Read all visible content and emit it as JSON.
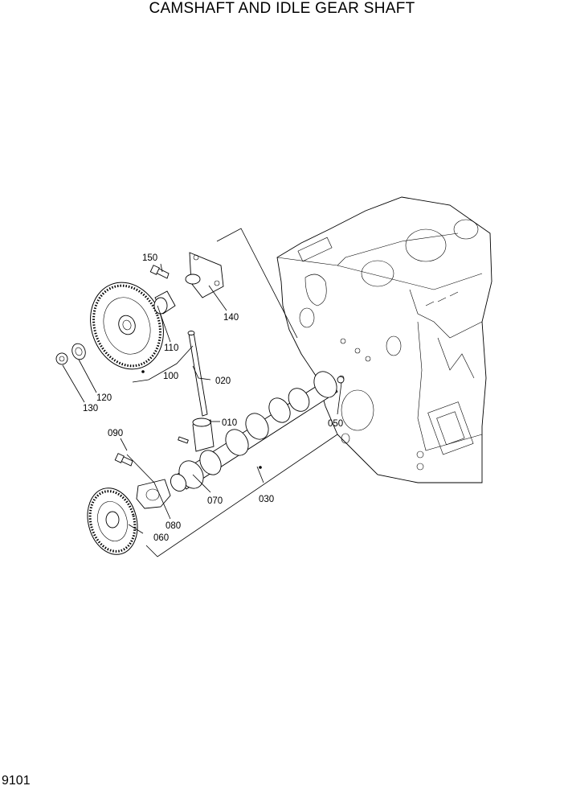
{
  "page": {
    "title": "CAMSHAFT AND IDLE GEAR SHAFT",
    "number": "9101"
  },
  "callouts": {
    "c150": "150",
    "c140": "140",
    "c110": "110",
    "c100": "100",
    "c020": "020",
    "c120": "120",
    "c130": "130",
    "c010": "010",
    "c050": "050",
    "c090": "090",
    "c070": "070",
    "c030": "030",
    "c080": "080",
    "c060": "060"
  }
}
